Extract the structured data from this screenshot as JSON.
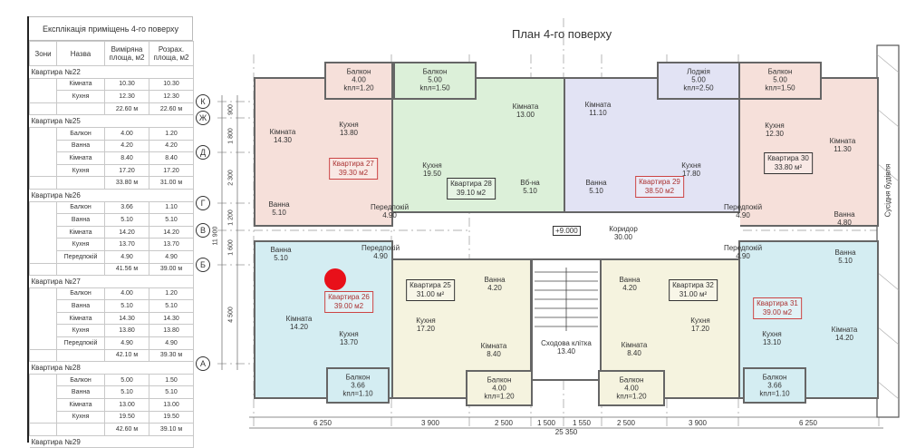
{
  "table": {
    "title": "Експлікація приміщень 4-го поверху",
    "headers": [
      "Зони",
      "Назва",
      "Виміряна площа, м2",
      "Розрах. площа, м2"
    ],
    "groups": [
      {
        "name": "Квартира №22",
        "rows": [
          [
            "Кімната",
            "10.30",
            "10.30"
          ],
          [
            "Кухня",
            "12.30",
            "12.30"
          ]
        ],
        "total": [
          "22.60 м",
          "22.60 м"
        ]
      },
      {
        "name": "Квартира №25",
        "rows": [
          [
            "Балкон",
            "4.00",
            "1.20"
          ],
          [
            "Ванна",
            "4.20",
            "4.20"
          ],
          [
            "Кімната",
            "8.40",
            "8.40"
          ],
          [
            "Кухня",
            "17.20",
            "17.20"
          ]
        ],
        "total": [
          "33.80 м",
          "31.00 м"
        ]
      },
      {
        "name": "Квартира №26",
        "rows": [
          [
            "Балкон",
            "3.66",
            "1.10"
          ],
          [
            "Ванна",
            "5.10",
            "5.10"
          ],
          [
            "Кімната",
            "14.20",
            "14.20"
          ],
          [
            "Кухня",
            "13.70",
            "13.70"
          ],
          [
            "Передпокій",
            "4.90",
            "4.90"
          ]
        ],
        "total": [
          "41.56 м",
          "39.00 м"
        ]
      },
      {
        "name": "Квартира №27",
        "rows": [
          [
            "Балкон",
            "4.00",
            "1.20"
          ],
          [
            "Ванна",
            "5.10",
            "5.10"
          ],
          [
            "Кімната",
            "14.30",
            "14.30"
          ],
          [
            "Кухня",
            "13.80",
            "13.80"
          ],
          [
            "Передпокій",
            "4.90",
            "4.90"
          ]
        ],
        "total": [
          "42.10 м",
          "39.30 м"
        ]
      },
      {
        "name": "Квартира №28",
        "rows": [
          [
            "Балкон",
            "5.00",
            "1.50"
          ],
          [
            "Ванна",
            "5.10",
            "5.10"
          ],
          [
            "Кімната",
            "13.00",
            "13.00"
          ],
          [
            "Кухня",
            "19.50",
            "19.50"
          ]
        ],
        "total": [
          "42.60 м",
          "39.10 м"
        ]
      },
      {
        "name": "Квартира №29",
        "rows": [],
        "total": null
      }
    ]
  },
  "plan": {
    "title": "План 4-го поверху",
    "level": "+9.000",
    "corridor": {
      "name": "Коридор",
      "area": "30.00"
    },
    "stair": {
      "name": "Сходова клітка",
      "area": "13.40"
    },
    "neighbor": "Сусідня будівля",
    "axes": [
      "К",
      "Ж",
      "Д",
      "Г",
      "В",
      "Б",
      "А"
    ],
    "vertical_dims": [
      "900",
      "1 800",
      "2 300",
      "1 200",
      "1 600",
      "4 500"
    ],
    "vertical_total": "11 900",
    "bottom_dims": [
      "6 250",
      "3 900",
      "2 500",
      "1 500",
      "1 550",
      "2 500",
      "3 900",
      "6 250"
    ],
    "bottom_total": "25 350",
    "marker_color": "#e8101a",
    "apartments": {
      "a27": {
        "title": "Квартира 27",
        "area": "39.30 м2",
        "balcony": [
          "Балкон",
          "4.00",
          "kпл=1.20"
        ],
        "rooms": [
          [
            "Кімната",
            "14.30"
          ],
          [
            "Кухня",
            "13.80"
          ],
          [
            "Ванна",
            "5.10"
          ],
          [
            "Передпокій",
            "4.90"
          ]
        ]
      },
      "a28": {
        "title": "Квартира 28",
        "area": "39.10 м2",
        "balcony": [
          "Балкон",
          "5.00",
          "kпл=1.50"
        ],
        "rooms": [
          [
            "Кімната",
            "13.00"
          ],
          [
            "Кухня",
            "19.50"
          ],
          [
            "Вб-на",
            "5.10"
          ]
        ]
      },
      "a29": {
        "title": "Квартира 29",
        "area": "38.50 м2",
        "balcony": [
          "Лоджія",
          "5.00",
          "kпл=2.50"
        ],
        "rooms": [
          [
            "Кімната",
            "11.10"
          ],
          [
            "Кухня",
            "17.80"
          ],
          [
            "Ванна",
            "5.10"
          ]
        ]
      },
      "a30": {
        "title": "Квартира 30",
        "area": "33.80 м²",
        "balcony": [
          "Балкон",
          "5.00",
          "kпл=1.50"
        ],
        "rooms": [
          [
            "Кухня",
            "12.30"
          ],
          [
            "Кімната",
            "11.30"
          ],
          [
            "Передпокій",
            "4.90"
          ],
          [
            "Ванна",
            "4.80"
          ]
        ]
      },
      "a26": {
        "title": "Квартира 26",
        "area": "39.00 м2",
        "balcony": [
          "Балкон",
          "3.66",
          "kпл=1.10"
        ],
        "rooms": [
          [
            "Ванна",
            "5.10"
          ],
          [
            "Передпокій",
            "4.90"
          ],
          [
            "Кімната",
            "14.20"
          ],
          [
            "Кухня",
            "13.70"
          ]
        ]
      },
      "a25": {
        "title": "Квартира 25",
        "area": "31.00 м²",
        "balcony": [
          "Балкон",
          "4.00",
          "kпл=1.20"
        ],
        "rooms": [
          [
            "Ванна",
            "4.20"
          ],
          [
            "Кухня",
            "17.20"
          ],
          [
            "Кімната",
            "8.40"
          ]
        ]
      },
      "a32": {
        "title": "Квартира 32",
        "area": "31.00 м²",
        "balcony": [
          "Балкон",
          "4.00",
          "kпл=1.20"
        ],
        "rooms": [
          [
            "Ванна",
            "4.20"
          ],
          [
            "Кухня",
            "17.20"
          ],
          [
            "Кімната",
            "8.40"
          ]
        ]
      },
      "a31": {
        "title": "Квартира 31",
        "area": "39.00 м2",
        "balcony": [
          "Балкон",
          "3.66",
          "kпл=1.10"
        ],
        "rooms": [
          [
            "Передпокій",
            "4.90"
          ],
          [
            "Ванна",
            "5.10"
          ],
          [
            "Кухня",
            "13.10"
          ],
          [
            "Кімната",
            "14.20"
          ]
        ]
      }
    }
  }
}
